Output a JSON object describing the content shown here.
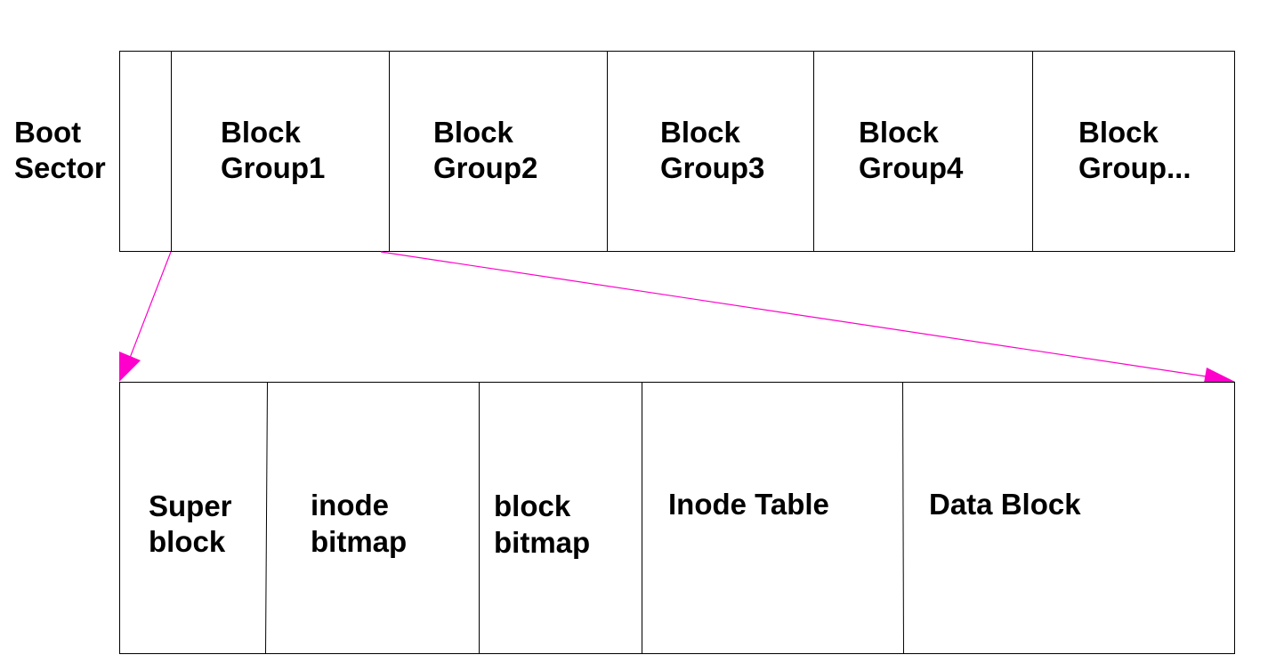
{
  "boot_sector": {
    "line1": "Boot",
    "line2": "Sector"
  },
  "block_groups": [
    {
      "line1": "Block",
      "line2": "Group1"
    },
    {
      "line1": "Block",
      "line2": "Group2"
    },
    {
      "line1": "Block",
      "line2": "Group3"
    },
    {
      "line1": "Block",
      "line2": "Group4"
    },
    {
      "line1": "Block",
      "line2": "Group..."
    }
  ],
  "group_detail": [
    {
      "line1": "Super",
      "line2": "block"
    },
    {
      "line1": "inode",
      "line2": "bitmap"
    },
    {
      "line1": "block",
      "line2": "bitmap"
    },
    {
      "line1": "Inode Table",
      "line2": ""
    },
    {
      "line1": "Data Block",
      "line2": ""
    }
  ],
  "colors": {
    "arrow": "#ff00cc",
    "line": "#000000"
  }
}
